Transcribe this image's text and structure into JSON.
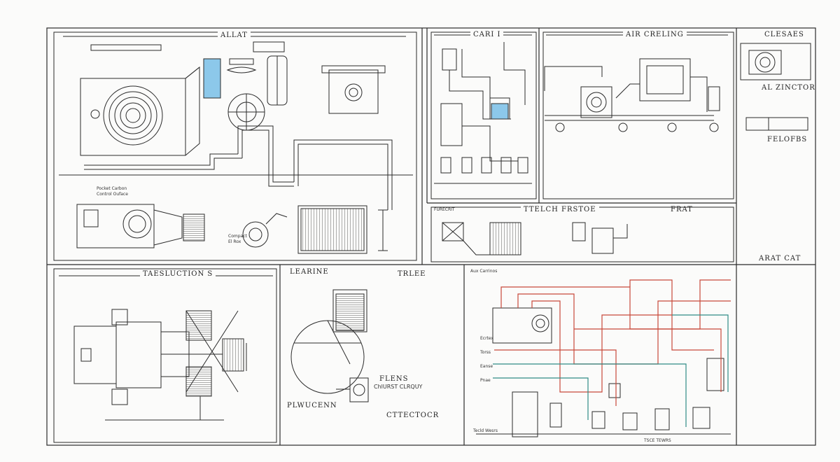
{
  "panels": {
    "p1_title": "ALLAT",
    "p1_caption_a": "Pocket Carbon",
    "p1_caption_b": "Control Ouface",
    "p1_caption_c": "Compact",
    "p1_caption_d": "El Rox",
    "p2_title": "CARI I",
    "p3_title": "AIR CRELING",
    "p4_title": "CLESAES",
    "p4_sub1": "AL ZINCTOR",
    "p4_sub2": "FELOFBS",
    "p5_title": "TTELCH FRSTOE",
    "p5_tag": "FURECRIT",
    "p5_sub": "FRAT",
    "p5_corner": "ARAT CAT",
    "p6_title": "TAESLUCTION S",
    "p7_title": "LEARINE",
    "p7_sub": "TRLEE",
    "p7_footer": "PLWUCENN",
    "p7_label_a": "FLENS",
    "p7_label_b": "ChlURST CLRQUY",
    "p7_label_c": "CTTECTOCR",
    "p8_title": "Aux Carrinos",
    "p8_footer": "TSCE TEWRS",
    "notes": [
      "Tecld Wesrs",
      "Ecrtex",
      "Torss",
      "Eanse",
      "Pnae"
    ]
  },
  "colors": {
    "line": "#2b2b2b",
    "accent_blue": "#8cc8ea",
    "wire_red": "#c8483a",
    "wire_teal": "#2f8b86"
  }
}
